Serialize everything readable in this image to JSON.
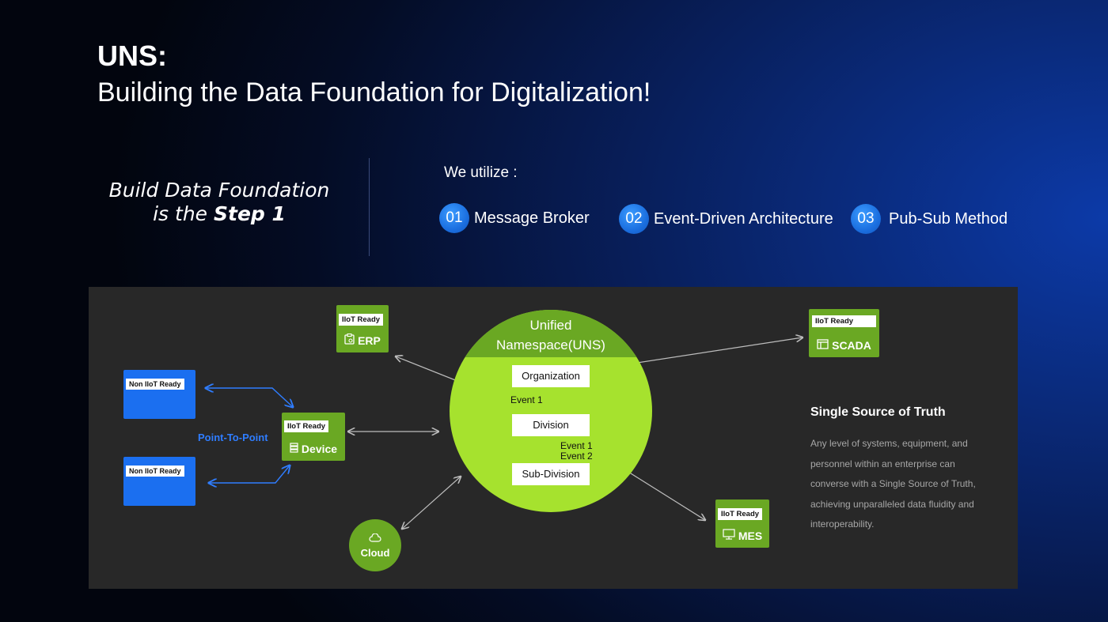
{
  "header": {
    "title": "UNS:",
    "subtitle": "Building the Data Foundation for Digitalization!"
  },
  "intro": {
    "line1": "Build Data Foundation",
    "line2_prefix": "is the ",
    "line2_bold": "Step 1",
    "we_utilize": "We utilize :"
  },
  "methods": [
    {
      "num": "01",
      "label": "Message Broker"
    },
    {
      "num": "02",
      "label": "Event-Driven Architecture"
    },
    {
      "num": "03",
      "label": "Pub-Sub Method"
    }
  ],
  "diagram": {
    "uns_title_line1": "Unified",
    "uns_title_line2": "Namespace(UNS)",
    "organization": "Organization",
    "division": "Division",
    "sub_division": "Sub-Division",
    "event_1a": "Event 1",
    "event_1b": "Event 1",
    "event_2": "Event 2",
    "iiot_ready": "IIoT Ready",
    "non_iiot_ready": "Non IIoT Ready",
    "erp": "ERP",
    "scada": "SCADA",
    "device": "Device",
    "mes": "MES",
    "cloud": "Cloud",
    "point_to_point": "Point-To-Point",
    "icons": {
      "erp": "clipboard-gear-icon",
      "scada": "window-icon",
      "device": "server-icon",
      "mes": "monitor-icon",
      "cloud": "cloud-icon"
    }
  },
  "truth": {
    "title": "Single Source of Truth",
    "body": "Any level of systems, equipment, and personnel within an enterprise can converse with a Single Source of Truth, achieving unparalleled data fluidity and interoperability."
  },
  "colors": {
    "green": "#6aa823",
    "lime": "#a6e22e",
    "blue": "#1b6ff0",
    "panel": "#282828"
  }
}
